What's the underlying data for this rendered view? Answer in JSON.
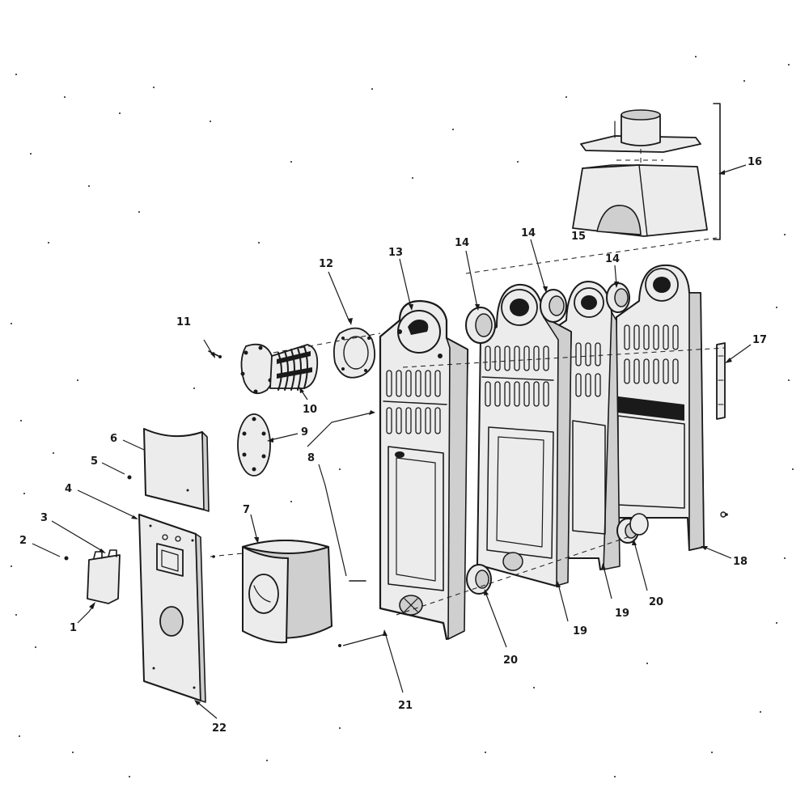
{
  "callouts": [
    {
      "id": "1",
      "text": "1"
    },
    {
      "id": "2",
      "text": "2"
    },
    {
      "id": "3",
      "text": "3"
    },
    {
      "id": "4",
      "text": "4"
    },
    {
      "id": "5",
      "text": "5"
    },
    {
      "id": "6",
      "text": "6"
    },
    {
      "id": "7",
      "text": "7"
    },
    {
      "id": "8",
      "text": "8"
    },
    {
      "id": "9",
      "text": "9"
    },
    {
      "id": "10",
      "text": "10"
    },
    {
      "id": "11",
      "text": "11"
    },
    {
      "id": "12",
      "text": "12"
    },
    {
      "id": "13",
      "text": "13"
    },
    {
      "id": "14a",
      "text": "14"
    },
    {
      "id": "14b",
      "text": "14"
    },
    {
      "id": "14c",
      "text": "14"
    },
    {
      "id": "15",
      "text": "15"
    },
    {
      "id": "16",
      "text": "16"
    },
    {
      "id": "17",
      "text": "17"
    },
    {
      "id": "18",
      "text": "18"
    },
    {
      "id": "19a",
      "text": "19"
    },
    {
      "id": "19b",
      "text": "19"
    },
    {
      "id": "20a",
      "text": "20"
    },
    {
      "id": "20b",
      "text": "20"
    },
    {
      "id": "21",
      "text": "21"
    },
    {
      "id": "22",
      "text": "22"
    }
  ]
}
